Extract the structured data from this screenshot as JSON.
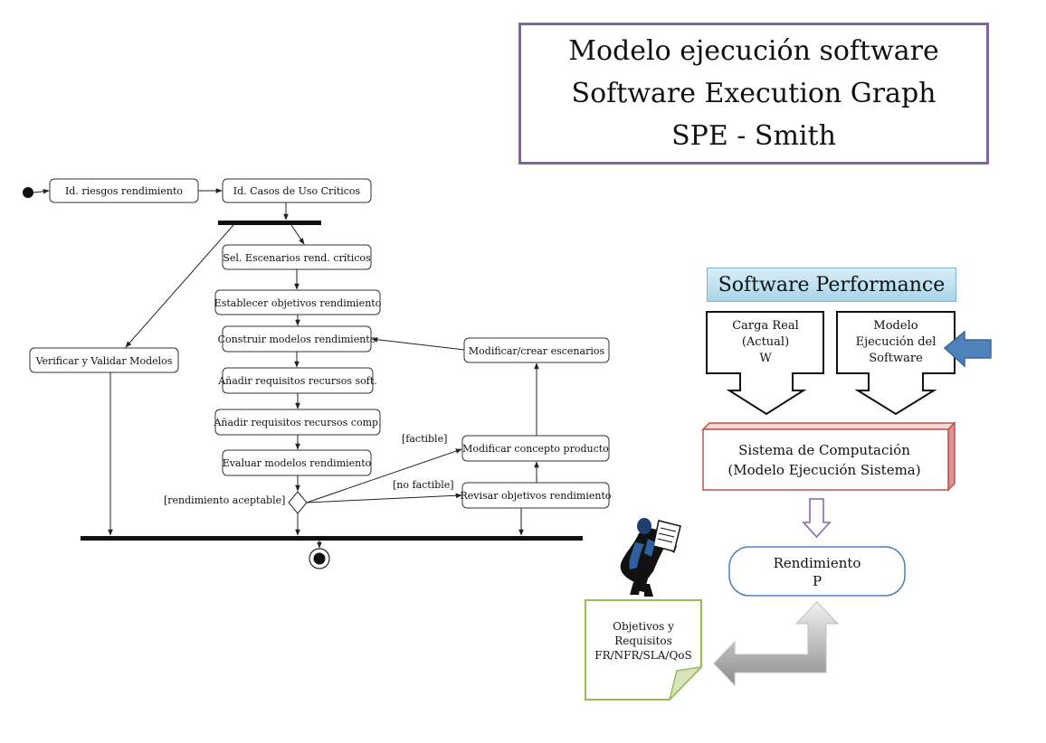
{
  "title": {
    "line1": "Modelo ejecución software",
    "line2": "Software Execution Graph",
    "line3": "SPE - Smith"
  },
  "activity_diagram": {
    "activities": {
      "riesgos": "Id. riesgos rendimiento",
      "casos_uso": "Id. Casos de Uso Críticos",
      "escenarios": "Sel. Escenarios rend. críticos",
      "objetivos": "Establecer objetivos rendimiento",
      "construir": "Construir modelos rendimiento",
      "req_soft": "Añadir requisitos recursos soft.",
      "req_comp": "Añadir requisitos recursos comp.",
      "evaluar": "Evaluar modelos rendimiento",
      "verificar": "Verificar y Validar Modelos",
      "modificar_escenarios": "Modificar/crear escenarios",
      "modificar_concepto": "Modificar concepto producto",
      "revisar": "Revisar objetivos rendimiento"
    },
    "guards": {
      "factible": "[factible]",
      "no_factible": "[no factible]",
      "aceptable": "[rendimiento aceptable]"
    }
  },
  "performance_model": {
    "header": "Software Performance",
    "carga": {
      "line1": "Carga Real",
      "line2": "(Actual)",
      "line3": "W"
    },
    "modelo": {
      "line1": "Modelo",
      "line2": "Ejecución del",
      "line3": "Software"
    },
    "sistema": {
      "line1": "Sistema de Computación",
      "line2": "(Modelo Ejecución Sistema)"
    },
    "rendimiento": {
      "line1": "Rendimiento",
      "line2": "P"
    },
    "objetivos": {
      "line1": "Objetivos y",
      "line2": "Requisitos",
      "line3": "FR/NFR/SLA/QoS"
    }
  },
  "colors": {
    "title_border": "#8064a2",
    "header_fill": "#b7def0",
    "sistema_border": "#c0504d",
    "rendimiento_border": "#4f81bd",
    "note_border": "#9bbb59",
    "blue_arrow": "#4f81bd",
    "purple_arrow": "#8064a2"
  },
  "icons": [
    "reading-man-clipart",
    "blue-arrow-icon",
    "down-outline-arrow-icon",
    "curved-grey-arrow-icon"
  ]
}
